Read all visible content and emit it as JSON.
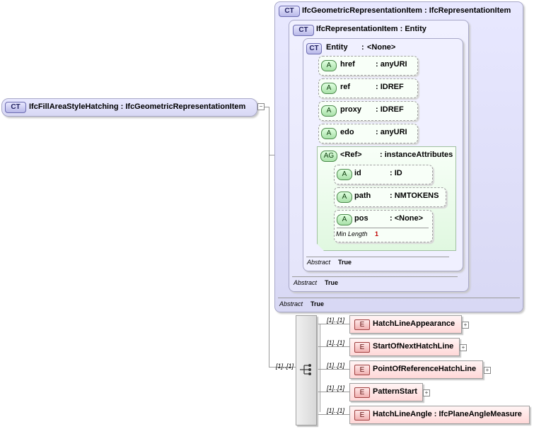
{
  "root": {
    "badge": "CT",
    "name": "IfcFillAreaStyleHatching",
    "base": "IfcGeometricRepresentationItem",
    "sep": ":"
  },
  "outer": {
    "badge": "CT",
    "name": "IfcGeometricRepresentationItem",
    "base": "IfcRepresentationItem",
    "sep": ":",
    "abstract_label": "Abstract",
    "abstract_value": "True"
  },
  "middle": {
    "badge": "CT",
    "name": "IfcRepresentationItem",
    "base": "Entity",
    "sep": ":",
    "abstract_label": "Abstract",
    "abstract_value": "True"
  },
  "inner": {
    "badge": "CT",
    "name": "Entity",
    "base": "<None>",
    "sep": ":",
    "abstract_label": "Abstract",
    "abstract_value": "True"
  },
  "attributes": [
    {
      "badge": "A",
      "name": "href",
      "type": ": anyURI"
    },
    {
      "badge": "A",
      "name": "ref",
      "type": ": IDREF"
    },
    {
      "badge": "A",
      "name": "proxy",
      "type": ": IDREF"
    },
    {
      "badge": "A",
      "name": "edo",
      "type": ": anyURI"
    }
  ],
  "attr_group": {
    "badge": "AG",
    "name": "<Ref>",
    "type": ": instanceAttributes",
    "items": [
      {
        "badge": "A",
        "name": "id",
        "type": ": ID"
      },
      {
        "badge": "A",
        "name": "path",
        "type": ": NMTOKENS"
      },
      {
        "badge": "A",
        "name": "pos",
        "type": ": <None>",
        "min_label": "Min Length",
        "min_value": "1"
      }
    ]
  },
  "sequence_card": "[1]..[1]",
  "elements": [
    {
      "badge": "E",
      "label": "HatchLineAppearance",
      "card": "[1]..[1]",
      "expandable": true
    },
    {
      "badge": "E",
      "label": "StartOfNextHatchLine",
      "card": "[1]..[1]",
      "expandable": true
    },
    {
      "badge": "E",
      "label": "PointOfReferenceHatchLine",
      "card": "[1]..[1]",
      "expandable": true
    },
    {
      "badge": "E",
      "label": "PatternStart",
      "card": "[1]..[1]",
      "expandable": true
    },
    {
      "badge": "E",
      "label": "HatchLineAngle : IfcPlaneAngleMeasure",
      "card": "[1]..[1]",
      "expandable": false
    }
  ],
  "icons": {
    "collapse": "minus-icon",
    "expand": "plus-icon",
    "sequence": "sequence-icon"
  },
  "colors": {
    "complex_type": "#d8d8f4",
    "attribute": "#e0f8e0",
    "element": "#ffd8d8"
  }
}
